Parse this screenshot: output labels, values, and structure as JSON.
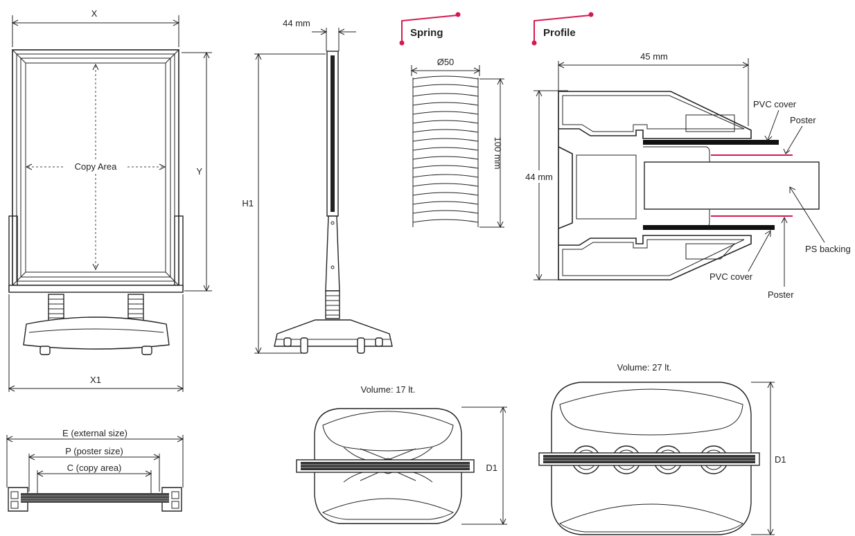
{
  "labels": {
    "x": "X",
    "y": "Y",
    "x1": "X1",
    "h1": "H1",
    "copy_area": "Copy Area",
    "depth_44": "44 mm",
    "spring_title": "Spring",
    "spring_diameter": "Ø50",
    "spring_height": "100 mm",
    "profile_title": "Profile",
    "profile_width": "45 mm",
    "profile_height": "44 mm",
    "pvc_cover_top": "PVC cover",
    "poster_top": "Poster",
    "ps_backing": "PS backing",
    "pvc_cover_bottom": "PVC cover",
    "poster_bottom": "Poster",
    "external_size": "E (external size)",
    "poster_size": "P (poster size)",
    "copy_area_c": "C (copy area)",
    "volume_17": "Volume: 17 lt.",
    "volume_27": "Volume: 27 lt.",
    "d1_small": "D1",
    "d1_large": "D1"
  },
  "colors": {
    "accent": "#d6184f",
    "line": "#222222",
    "background": "#ffffff"
  }
}
